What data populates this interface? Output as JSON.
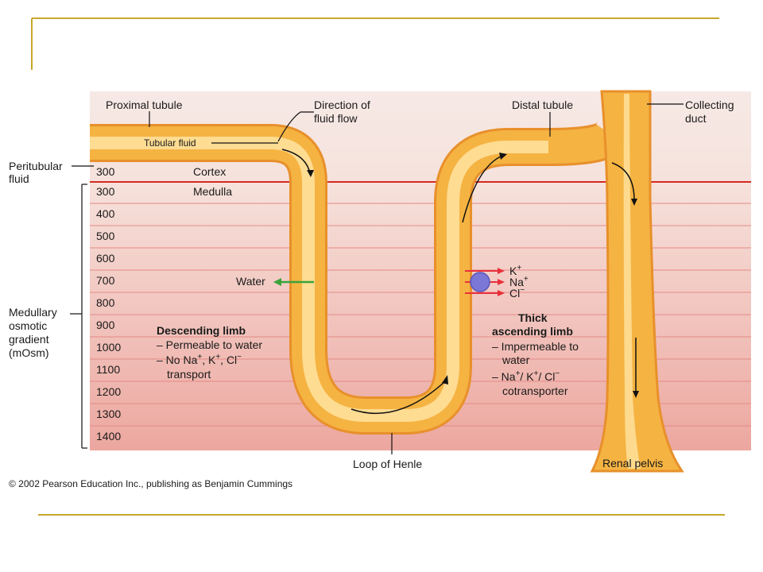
{
  "colors": {
    "accent_line": "#c8a82a",
    "background_top": "#f6e9e5",
    "background_bottom": "#eca79f",
    "boundary_line": "#d42a1f",
    "gradient_lines": "#e58a86",
    "tubule_fill": "#f5b342",
    "tubule_highlight": "#ffe3a0",
    "tubule_edge": "#e8902c",
    "arrow_water": "#3aa33a",
    "arrow_ions": "#e8303a",
    "cotransporter": "#7b77d6"
  },
  "labels": {
    "proximal_tubule": "Proximal tubule",
    "direction_1": "Direction of",
    "direction_2": "fluid flow",
    "distal_tubule": "Distal tubule",
    "collecting_1": "Collecting",
    "collecting_2": "duct",
    "tubular_fluid": "Tubular fluid",
    "peritubular_1": "Peritubular",
    "peritubular_2": "fluid",
    "cortex": "Cortex",
    "medulla": "Medulla",
    "water": "Water",
    "medullary_1": "Medullary",
    "medullary_2": "osmotic",
    "medullary_3": "gradient",
    "medullary_4": "(mOsm)",
    "loop_of_henle": "Loop of Henle",
    "renal_pelvis": "Renal pelvis"
  },
  "ions": {
    "k": "K",
    "na": "Na",
    "cl": "Cl",
    "plus": "+",
    "minus": "−"
  },
  "descending": {
    "title": "Descending limb",
    "line1": "– Permeable to water",
    "line2a": "– No Na",
    "line2b": ", K",
    "line2c": ", Cl",
    "line3": "transport"
  },
  "ascending": {
    "title1": "Thick",
    "title2": "ascending limb",
    "line1": "– Impermeable to",
    "line2": "water",
    "line3a": "– Na",
    "line3b": "/ K",
    "line3c": "/ Cl",
    "line4": "cotransporter"
  },
  "osmolarity_values": [
    "300",
    "300",
    "400",
    "500",
    "600",
    "700",
    "800",
    "900",
    "1000",
    "1100",
    "1200",
    "1300",
    "1400"
  ],
  "copyright": "© 2002 Pearson Education Inc., publishing as Benjamin Cummings"
}
